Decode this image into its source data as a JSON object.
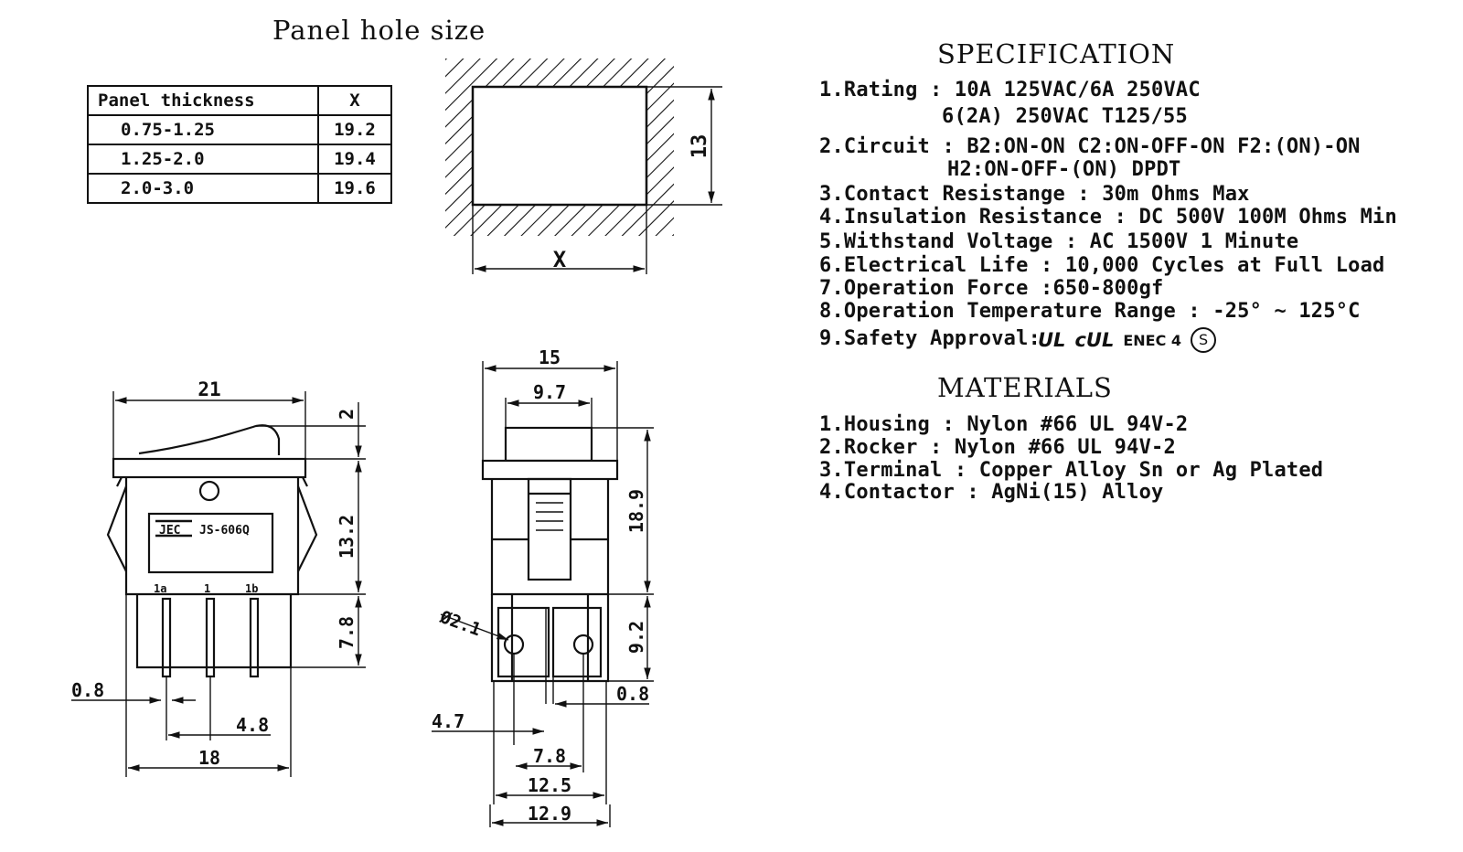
{
  "panel": {
    "title": "Panel hole size",
    "table": {
      "headers": [
        "Panel thickness",
        "X"
      ],
      "rows": [
        [
          "0.75-1.25",
          "19.2"
        ],
        [
          "1.25-2.0",
          "19.4"
        ],
        [
          "2.0-3.0",
          "19.6"
        ]
      ]
    },
    "dim_height": "13",
    "dim_width": "X"
  },
  "specification": {
    "title": "SPECIFICATION",
    "lines": [
      "1.Rating : 10A 125VAC/6A 250VAC",
      "6(2A) 250VAC T125/55",
      "2.Circuit : B2:ON-ON C2:ON-OFF-ON F2:(ON)-ON",
      "H2:ON-OFF-(ON) DPDT",
      "3.Contact Resistange : 30m Ohms Max",
      "4.Insulation Resistance : DC 500V 100M Ohms Min",
      "5.Withstand Voltage : AC 1500V 1 Minute",
      "6.Electrical Life : 10,000 Cycles at Full Load",
      "7.Operation Force :650-800gf",
      "8.Operation Temperature Range : -25° ~ 125°C",
      "9.Safety Approval:"
    ],
    "approval_marks": [
      "UL",
      "cUL",
      "ENEC 4",
      "S"
    ]
  },
  "materials": {
    "title": "MATERIALS",
    "lines": [
      "1.Housing : Nylon #66 UL 94V-2",
      "2.Rocker : Nylon #66 UL 94V-2",
      "3.Terminal : Copper Alloy Sn or Ag Plated",
      "4.Contactor : AgNi(15) Alloy"
    ]
  },
  "front_view": {
    "brand": "JEC",
    "model": "JS-606Q",
    "terminals": [
      "1a",
      "1",
      "1b"
    ],
    "dims": {
      "width_top": "21",
      "rocker_height": "2",
      "body_height": "13.2",
      "pin_length": "7.8",
      "pin_width": "0.8",
      "pin_pitch": "4.8",
      "base_width": "18"
    }
  },
  "side_view": {
    "dims": {
      "top_width": "15",
      "rocker_width": "9.7",
      "body_height": "18.9",
      "hole_dia": "Ø2.1",
      "terminal_height": "9.2",
      "terminal_thickness": "0.8",
      "offset": "4.7",
      "pitch": "7.8",
      "width_a": "12.5",
      "width_b": "12.9"
    }
  }
}
